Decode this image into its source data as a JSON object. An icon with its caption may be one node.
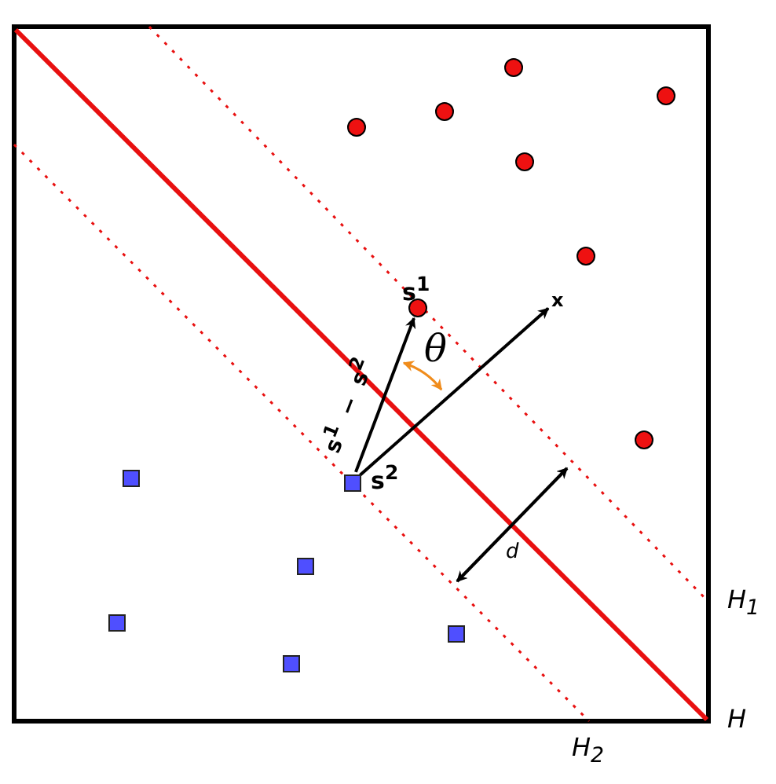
{
  "diagram": {
    "nodes": [
      {
        "text": [],
        "shape": "circle"
      },
      {
        "text": [],
        "shape": "circle"
      },
      {
        "text": [],
        "shape": "circle"
      },
      {
        "text": [],
        "shape": "circle"
      },
      {
        "text": [],
        "shape": "circle"
      },
      {
        "text": [],
        "shape": "circle"
      },
      {
        "text": [],
        "shape": "circle",
        "beside": [
          "s$^{1}$"
        ]
      },
      {
        "text": [],
        "shape": "circle"
      },
      {
        "text": [],
        "shape": "box"
      },
      {
        "text": [],
        "shape": "box"
      },
      {
        "text": [],
        "shape": "box",
        "beside": [
          "s$^{2}$"
        ]
      },
      {
        "text": [],
        "shape": "box"
      },
      {
        "text": [],
        "shape": "box"
      },
      {
        "text": [],
        "shape": "box"
      },
      {
        "text": [
          "x"
        ]
      }
    ],
    "edges": [
      {
        "from": 10,
        "to": 6,
        "arrow": "to",
        "label": "s$^{1}$ − s$^{2}$"
      },
      {
        "from": 10,
        "to": 14,
        "arrow": "to"
      }
    ],
    "labels": [
      "θ",
      "d",
      "H$_{1}$",
      "H",
      "H$_{2}$"
    ]
  }
}
